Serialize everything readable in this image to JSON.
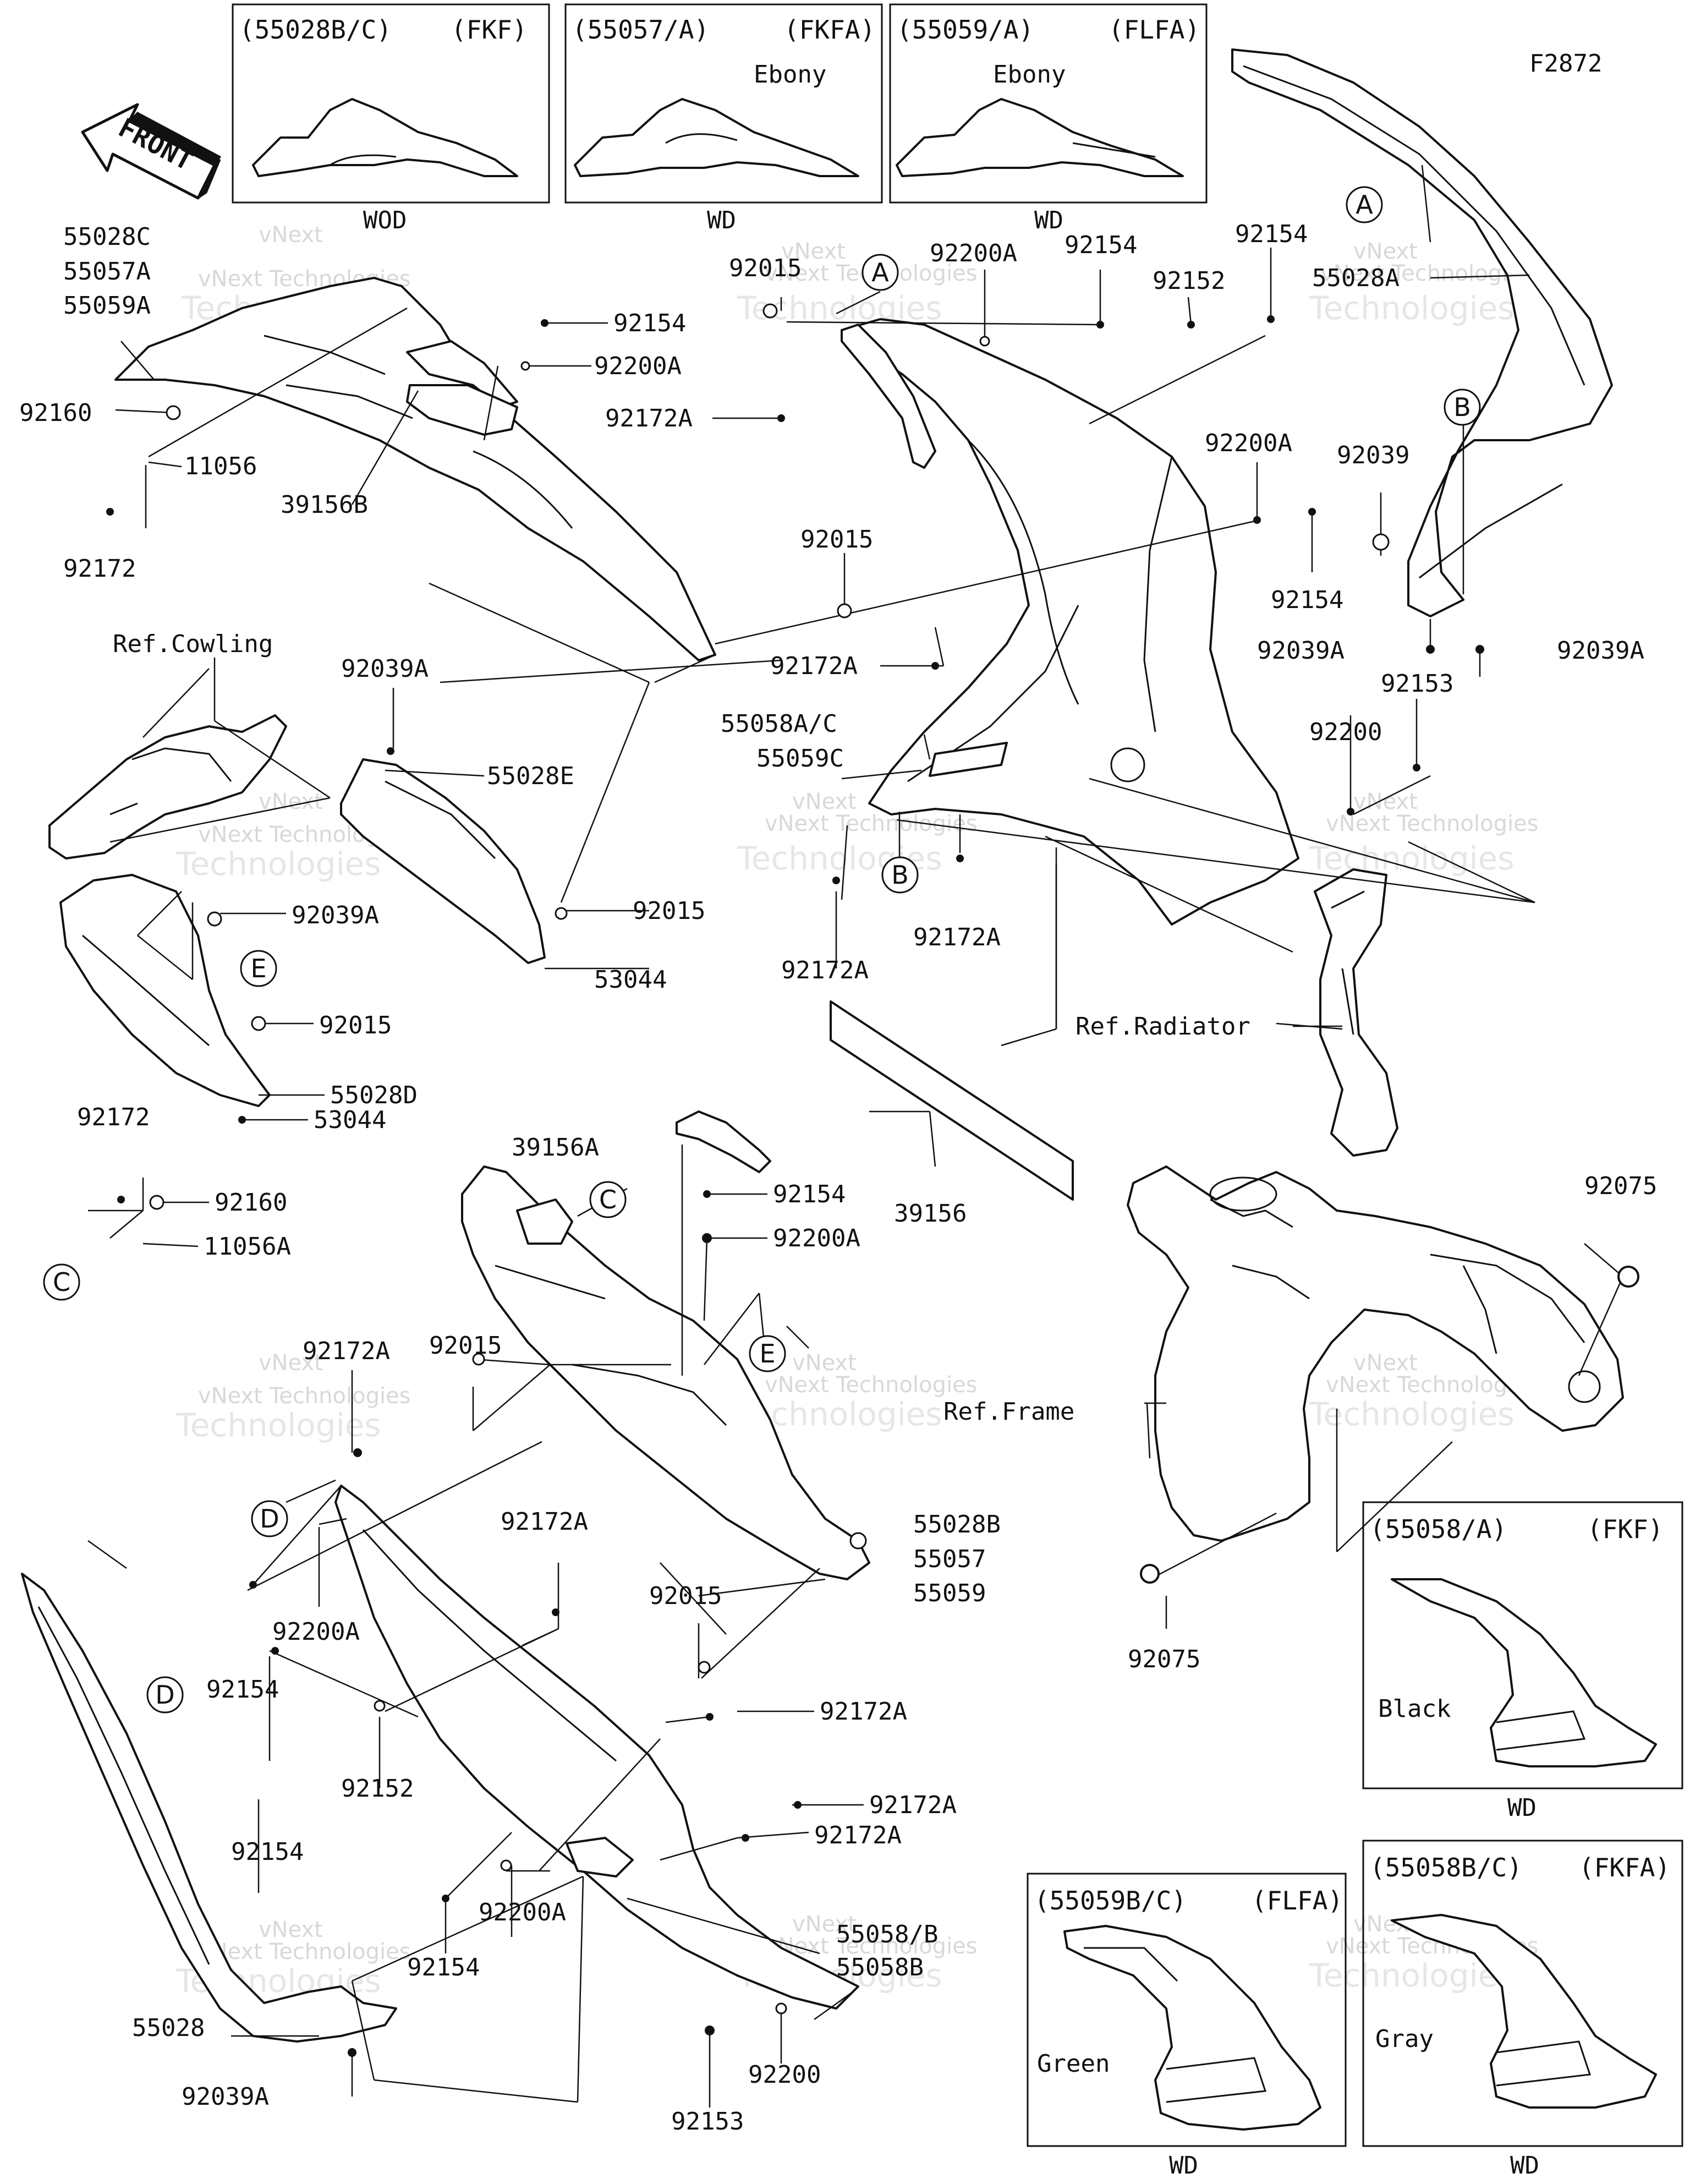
{
  "figure_code": "F2872",
  "front_arrow_text": "FRONT",
  "variant_boxes_top": [
    {
      "code": "(55028B/C)",
      "variant": "(FKF)",
      "color": "",
      "finish": "WOD"
    },
    {
      "code": "(55057/A)",
      "variant": "(FKFA)",
      "color": "Ebony",
      "finish": "WD"
    },
    {
      "code": "(55059/A)",
      "variant": "(FLFA)",
      "color": "Ebony",
      "finish": "WD"
    }
  ],
  "variant_boxes_right": [
    {
      "code": "(55058/A)",
      "variant": "(FKF)",
      "color": "Black",
      "finish": "WD"
    },
    {
      "code": "(55059B/C)",
      "variant": "(FLFA)",
      "color": "Green",
      "finish": "WD"
    },
    {
      "code": "(55058B/C)",
      "variant": "(FKFA)",
      "color": "Gray",
      "finish": "WD"
    }
  ],
  "circle_markers": [
    "A",
    "A",
    "B",
    "B",
    "C",
    "C",
    "D",
    "D",
    "E",
    "E"
  ],
  "part_labels": {
    "p_55028c": "55028C",
    "p_55057a": "55057A",
    "p_55059a": "55059A",
    "p_92160_top": "92160",
    "p_11056": "11056",
    "p_92172_top": "92172",
    "p_39156b": "39156B",
    "p_92154_a": "92154",
    "p_92200a_a": "92200A",
    "p_92172a_a": "92172A",
    "p_92015_a": "92015",
    "p_92200a_b": "92200A",
    "p_92154_b": "92154",
    "p_92152_a": "92152",
    "p_92154_c": "92154",
    "p_55028a": "55028A",
    "p_92015_b": "92015",
    "p_92200a_c": "92200A",
    "p_92039_a": "92039",
    "p_92154_d": "92154",
    "p_92039a_a": "92039A",
    "p_92039a_b": "92039A",
    "p_92153_a": "92153",
    "p_92172a_b": "92172A",
    "p_55058ac": "55058A/C",
    "p_55059c": "55059C",
    "p_92200": "92200",
    "p_92172a_c": "92172A",
    "p_92172a_d": "92172A",
    "ref_cowling": "Ref.Cowling",
    "p_92039a_c": "92039A",
    "p_55028e": "55028E",
    "p_92039a_d": "92039A",
    "p_92015_c": "92015",
    "p_53044_a": "53044",
    "p_92015_d": "92015",
    "p_55028d": "55028D",
    "p_53044_b": "53044",
    "ref_radiator": "Ref.Radiator",
    "p_92172_b": "92172",
    "p_92160_b": "92160",
    "p_11056a": "11056A",
    "p_39156a": "39156A",
    "p_39156": "39156",
    "p_92154_e": "92154",
    "p_92200a_d": "92200A",
    "p_92075_a": "92075",
    "p_92172a_e": "92172A",
    "p_92015_e": "92015",
    "ref_frame": "Ref.Frame",
    "p_55028b": "55028B",
    "p_55057": "55057",
    "p_55059": "55059",
    "p_92075_b": "92075",
    "p_92172a_f": "92172A",
    "p_92200a_e": "92200A",
    "p_92154_f": "92154",
    "p_92015_f": "92015",
    "p_92172a_g": "92172A",
    "p_92152_b": "92152",
    "p_92154_g": "92154",
    "p_92172a_h": "92172A",
    "p_92172a_i": "92172A",
    "p_92200a_f": "92200A",
    "p_92154_h": "92154",
    "p_55058b_1": "55058/B",
    "p_55058b_2": "55058B",
    "p_55028": "55028",
    "p_92200_b": "92200",
    "p_92039a_e": "92039A",
    "p_92153_b": "92153"
  },
  "watermark": {
    "line1": "vNext",
    "line2": "vNext Technologies",
    "line3": "Technologies"
  },
  "colors": {
    "ink": "#111111",
    "watermark": "#cfcfcf",
    "background": "#ffffff"
  }
}
